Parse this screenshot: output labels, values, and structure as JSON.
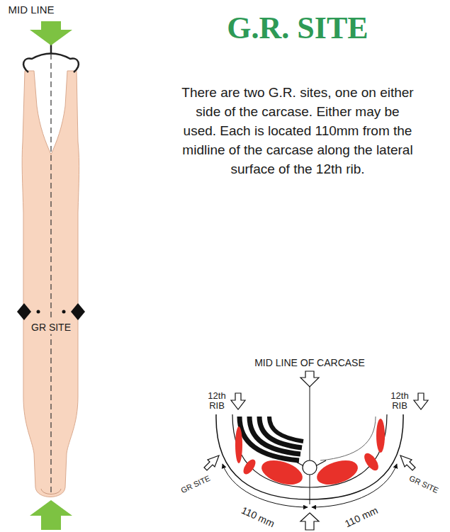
{
  "diagram": {
    "title": "G.R. SITE",
    "labels": [
      "MID LINE",
      "GR SITE",
      "There are two G.R. sites, one on either side of the carcase. Either may be used. Each is located 110mm from the midline of the carcase along the lateral surface of the 12th rib.",
      "MID LINE OF CARCASE",
      "12th RIB",
      "12th RIB",
      "GR SITE",
      "GR SITE",
      "110 mm",
      "110 mm"
    ]
  }
}
